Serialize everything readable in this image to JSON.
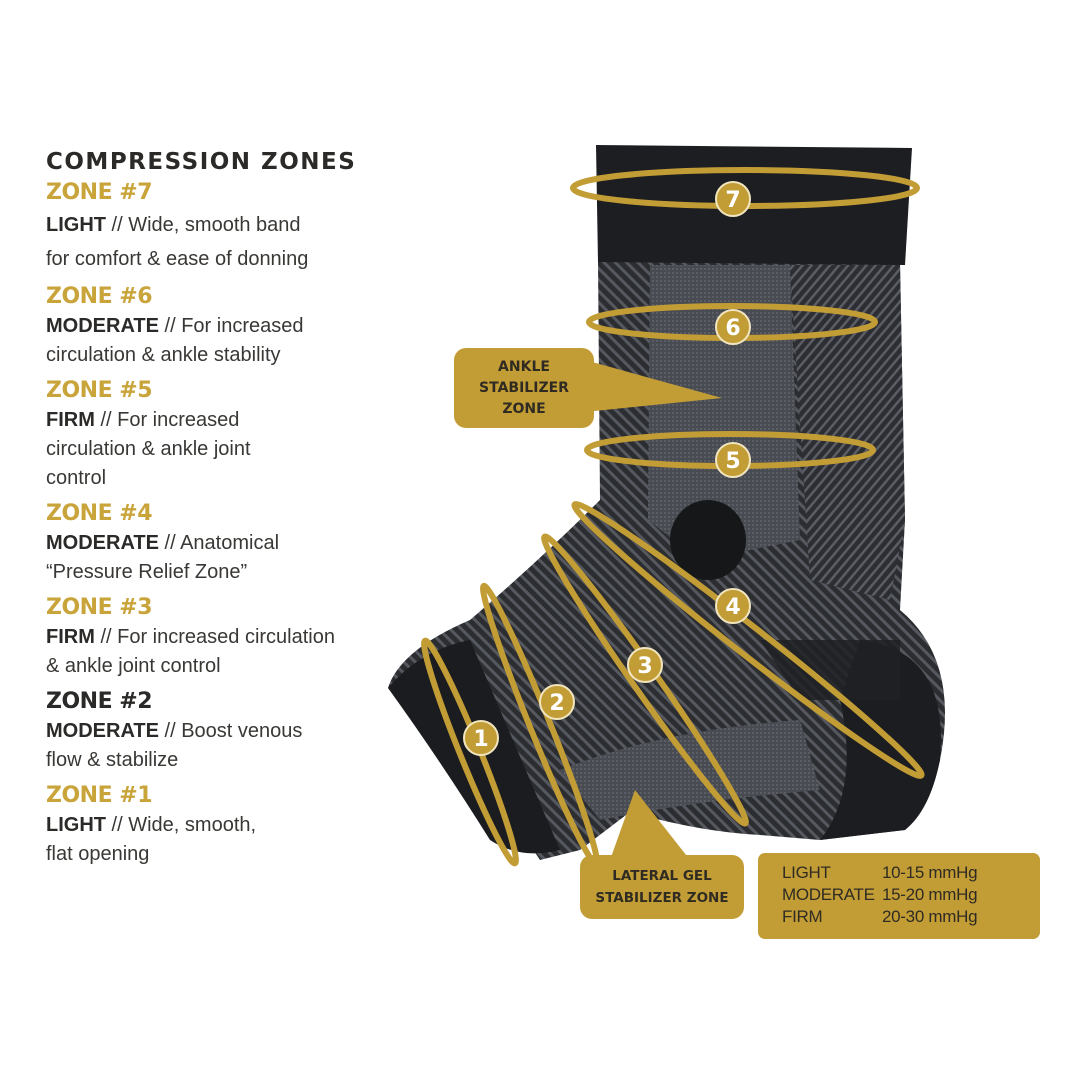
{
  "title": "COMPRESSION ZONES",
  "zones": [
    {
      "label": "ZONE #7",
      "level": "LIGHT",
      "sep": " // ",
      "desc_line1": "Wide, smooth band",
      "desc_line2": "for comfort & ease of donning",
      "title_color": "#c9a43a"
    },
    {
      "label": "ZONE #6",
      "level": "MODERATE",
      "sep": " // ",
      "desc_line1": "For increased",
      "desc_line2": "circulation & ankle stability",
      "title_color": "#c9a43a"
    },
    {
      "label": "ZONE #5",
      "level": "FIRM",
      "sep": " // ",
      "desc_line1": "For increased",
      "desc_line2": "circulation & ankle joint",
      "desc_line3": "control",
      "title_color": "#c9a43a"
    },
    {
      "label": "ZONE #4",
      "level": "MODERATE",
      "sep": " // ",
      "desc_line1": "Anatomical",
      "desc_line2": "“Pressure Relief Zone”",
      "title_color": "#c9a43a"
    },
    {
      "label": "ZONE #3",
      "level": "FIRM",
      "sep": " // ",
      "desc_line1": "For increased circulation",
      "desc_line2": "& ankle joint control",
      "title_color": "#c9a43a"
    },
    {
      "label": "ZONE #2",
      "level": "MODERATE",
      "sep": " // ",
      "desc_line1": "Boost venous",
      "desc_line2": "flow & stabilize",
      "title_color": "#2b2a28"
    },
    {
      "label": "ZONE #1",
      "level": "LIGHT",
      "sep": " // ",
      "desc_line1": "Wide, smooth,",
      "desc_line2": "flat opening",
      "title_color": "#c9a43a"
    }
  ],
  "diagram_markers": [
    "7",
    "6",
    "5",
    "4",
    "3",
    "2",
    "1"
  ],
  "callouts": {
    "ankle": {
      "line1": "ANKLE",
      "line2": "STABILIZER",
      "line3": "ZONE"
    },
    "gel": {
      "line1": "LATERAL GEL",
      "line2": "STABILIZER ZONE"
    }
  },
  "legend": [
    {
      "level": "LIGHT",
      "range": "10-15 mmHg"
    },
    {
      "level": "MODERATE",
      "range": "15-20 mmHg"
    },
    {
      "level": "FIRM",
      "range": "20-30 mmHg"
    }
  ],
  "colors": {
    "gold": "#c29d36",
    "gold_text": "#c9a43a",
    "dark_text": "#2b2a28",
    "sleeve": "#2a2c30"
  }
}
